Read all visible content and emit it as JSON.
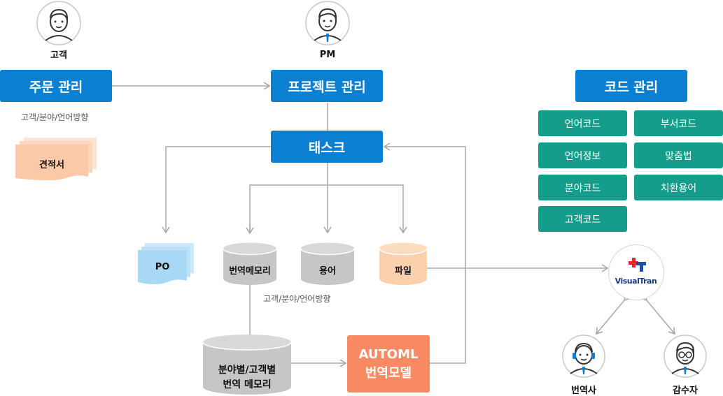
{
  "actors": {
    "customer": "고객",
    "pm": "PM",
    "translator": "번역사",
    "reviewer": "감수자"
  },
  "boxes": {
    "order_mgmt": "주문 관리",
    "project_mgmt": "프로젝트 관리",
    "task": "태스크",
    "code_mgmt": "코드 관리",
    "automl_line1": "AUTOML",
    "automl_line2": "번역모델"
  },
  "captions": {
    "order_direction": "고객/분야/언어방향",
    "tm_direction": "고객/분야/언어방향"
  },
  "documents": {
    "quote": "견적서",
    "po": "PO"
  },
  "databases": {
    "tm": "번역메모리",
    "term": "용어",
    "file": "파일",
    "segmented_tm_line1": "분야별/고객별",
    "segmented_tm_line2": "번역 메모리"
  },
  "codes": [
    "언어코드",
    "부서코드",
    "언어정보",
    "맞춤법",
    "분야코드",
    "치환용어",
    "고객코드"
  ],
  "logo": {
    "name": "VisualTran"
  },
  "colors": {
    "blue": "#0b7fd1",
    "teal": "#149d8a",
    "orange": "#f98a63",
    "peach": "#fcc9a8",
    "light_blue": "#a9d8f5",
    "db_grey": "#c6c6c6",
    "db_peach": "#fbd1ad",
    "line": "#a8a8a8"
  }
}
